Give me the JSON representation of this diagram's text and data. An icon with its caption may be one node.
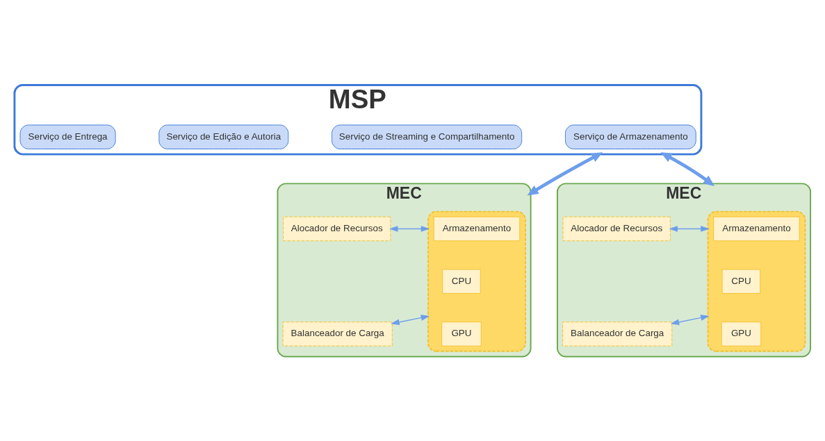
{
  "diagram": {
    "nodes": [
      {
        "text": [
          "MSP"
        ]
      },
      {
        "text": [
          "Serviço de Armazenamento"
        ],
        "in": 0
      },
      {
        "text": [
          "Serviço de Streaming e Compartilhamento"
        ],
        "in": 0
      },
      {
        "text": [
          "Serviço de Edição e Autoria"
        ],
        "in": 0
      },
      {
        "text": [
          "Serviço de Entrega"
        ],
        "in": 0
      },
      {
        "text": [
          "MEC"
        ]
      },
      {
        "text": [],
        "shape": "box",
        "in": 5
      },
      {
        "text": [
          "Armazenamento"
        ],
        "in": 6
      },
      {
        "text": [
          "CPU"
        ],
        "in": 6
      },
      {
        "text": [
          "GPU"
        ],
        "in": 6
      },
      {
        "text": [
          "Alocador de Recursos"
        ],
        "in": 5
      },
      {
        "text": [
          "Balanceador de Carga"
        ],
        "in": 5
      },
      {
        "text": [
          "MEC"
        ]
      },
      {
        "text": [],
        "shape": "box",
        "in": 12
      },
      {
        "text": [
          "Armazenamento"
        ],
        "in": 13
      },
      {
        "text": [
          "CPU"
        ],
        "in": 13
      },
      {
        "text": [
          "GPU"
        ],
        "in": 13
      },
      {
        "text": [
          "Alocador de Recursos"
        ],
        "in": 12
      },
      {
        "text": [
          "Balanceador de Carga"
        ],
        "in": 12
      }
    ],
    "edges": [
      {
        "from": 0,
        "to": 5,
        "arrow": "both",
        "style": "thick"
      },
      {
        "from": 0,
        "to": 12,
        "arrow": "both",
        "style": "thick"
      },
      {
        "from": 6,
        "to": 10,
        "arrow": "both"
      },
      {
        "from": 6,
        "to": 11,
        "arrow": "both"
      },
      {
        "from": 13,
        "to": 17,
        "arrow": "both"
      },
      {
        "from": 13,
        "to": 18,
        "arrow": "both"
      }
    ]
  }
}
